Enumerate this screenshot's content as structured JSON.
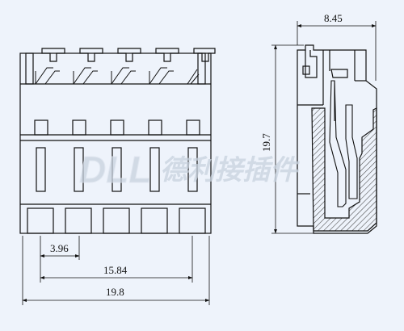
{
  "dimensions": {
    "pitch": "3.96",
    "span": "15.84",
    "overall_width": "19.8",
    "depth": "8.45",
    "height": "19.7"
  },
  "watermark": {
    "brand": "DLL",
    "tagline": "德利接插件",
    "color": "#c8d2de"
  },
  "colors": {
    "background": "#eef3fb",
    "line": "#111111",
    "hatch": "#444444"
  }
}
